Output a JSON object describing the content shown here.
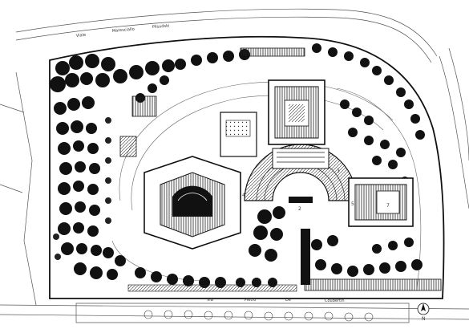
{
  "streets": {
    "top": {
      "w1": "Viale",
      "w2": "Maresciallo",
      "w3": "Pilsudski"
    },
    "bottom": {
      "w1": "Via",
      "w2": "Pietro",
      "w3": "De",
      "w4": "Coubertin"
    }
  },
  "hall_numbers": {
    "west": "4",
    "center": "2",
    "south": "3",
    "east": "5",
    "east_inner": "7"
  },
  "north_arrow": {
    "label": "N"
  },
  "colors": {
    "ink": "#111111",
    "paper": "#ffffff",
    "hatch": "#555555"
  }
}
